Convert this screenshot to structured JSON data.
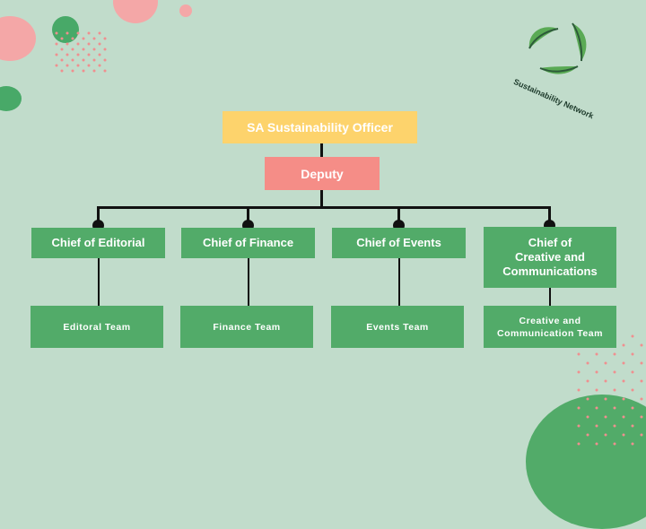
{
  "logo": {
    "text": "Sustainability Network",
    "icon": "recycle-leaves-icon"
  },
  "chart": {
    "officer": "SA Sustainability Officer",
    "deputy": "Deputy",
    "chiefs": [
      {
        "label": "Chief of Editorial",
        "team": "Editoral Team"
      },
      {
        "label": "Chief of Finance",
        "team": "Finance Team"
      },
      {
        "label": "Chief of Events",
        "team": "Events Team"
      },
      {
        "label": "Chief of\nCreative and\nCommunications",
        "team": "Creative and\nCommunication Team"
      }
    ]
  },
  "colors": {
    "background": "#c1dccb",
    "officer": "#fdd36c",
    "deputy": "#f58d87",
    "green": "#52ab69",
    "pink_blob": "#f4a7a7",
    "dark_green_blob": "#48a968"
  }
}
